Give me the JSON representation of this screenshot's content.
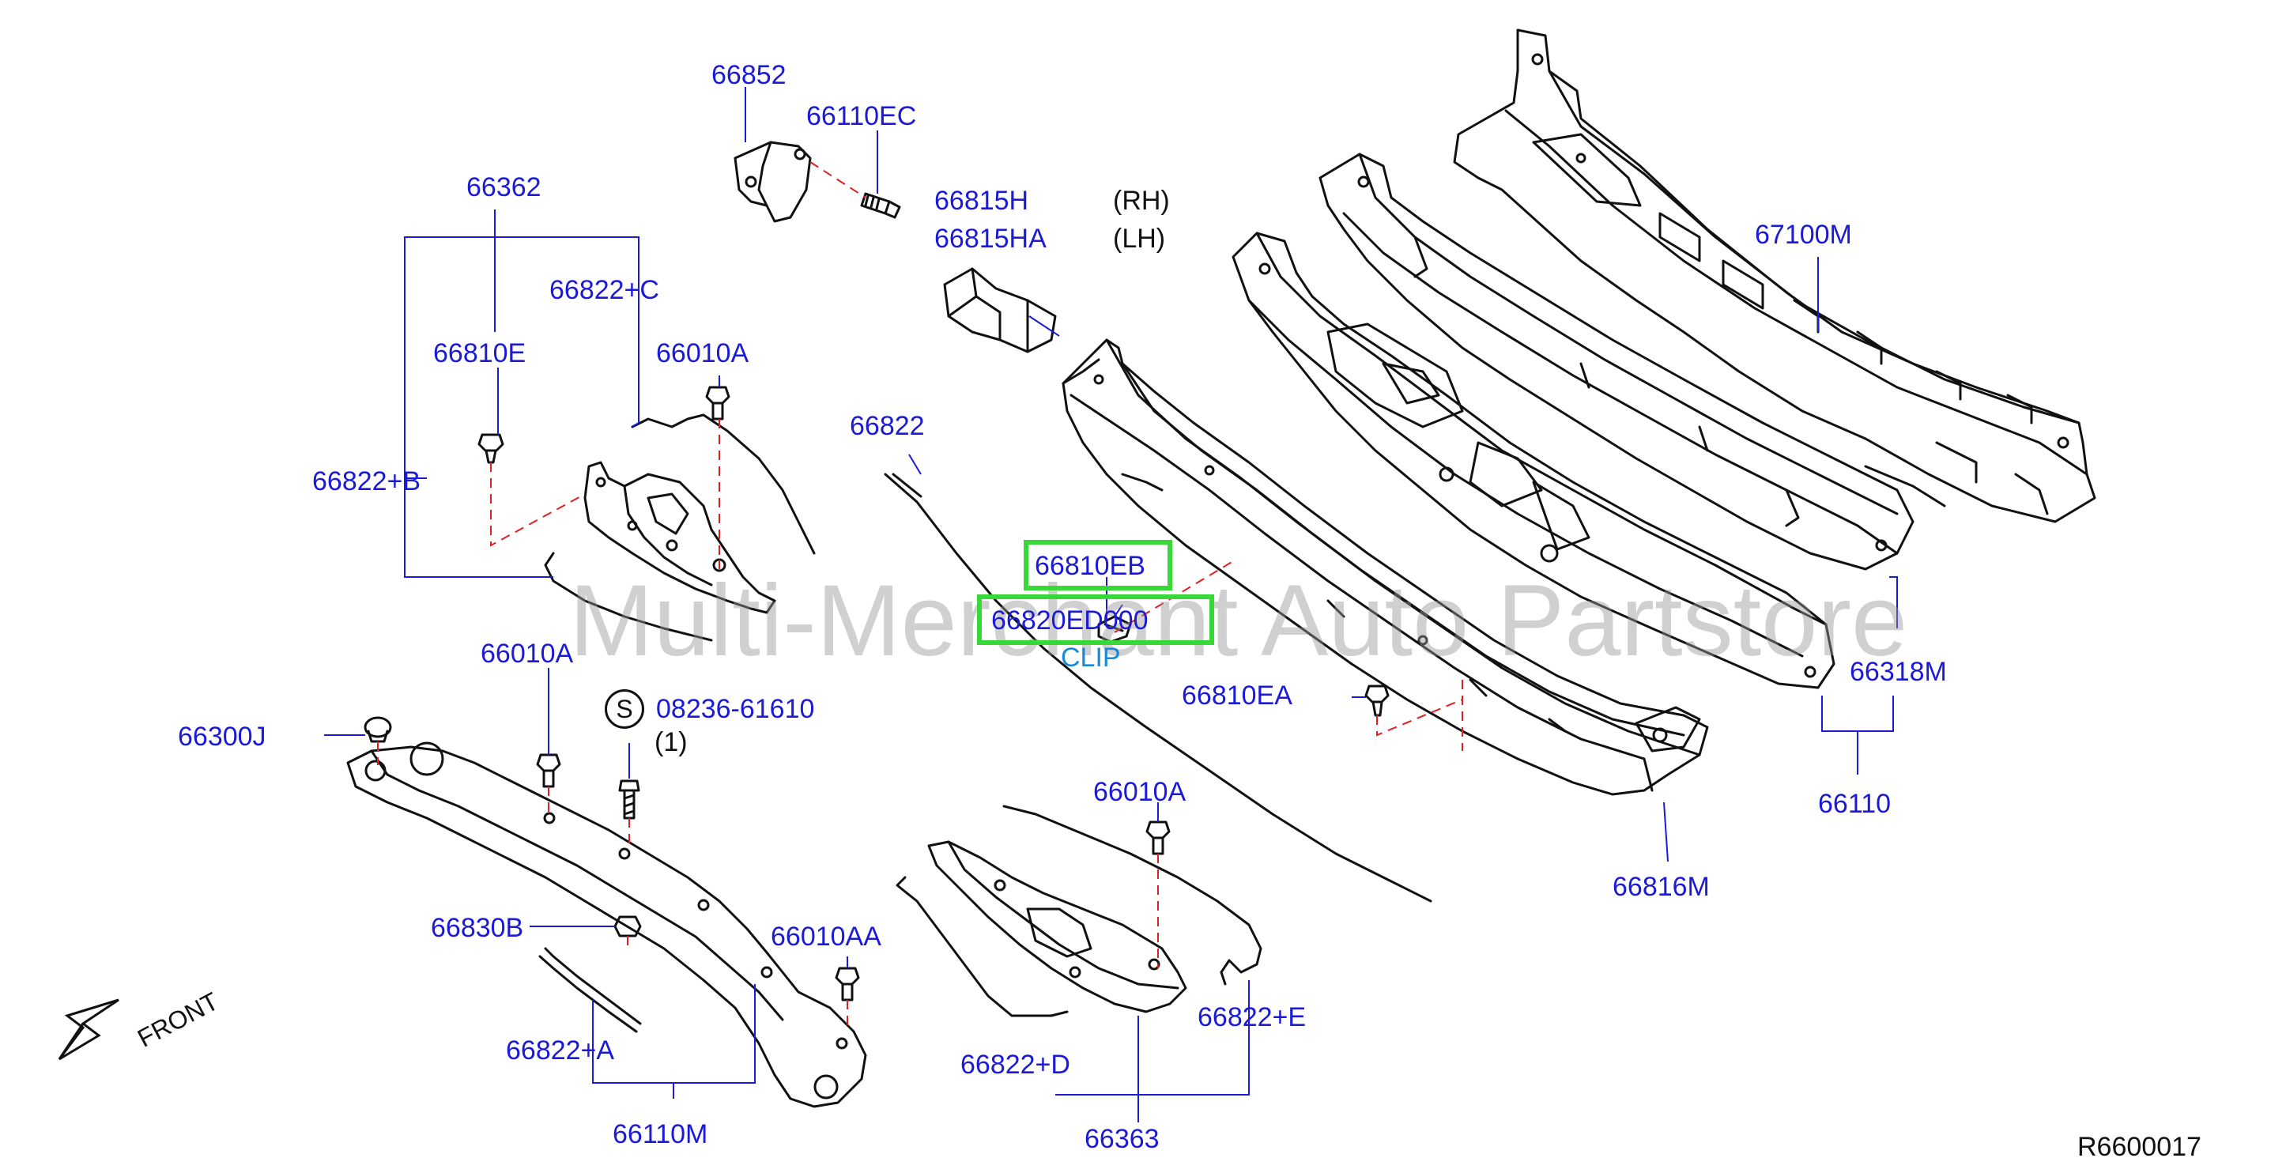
{
  "part_labels": {
    "p66852": "66852",
    "p66110EC": "66110EC",
    "p66362": "66362",
    "p66822C": "66822+C",
    "p66810E": "66810E",
    "p66010A_1": "66010A",
    "p66822B": "66822+B",
    "p66815H": "66815H",
    "p66815HA": "66815HA",
    "rh": "(RH)",
    "lh": "(LH)",
    "p67100M": "67100M",
    "p66822": "66822",
    "p66810EB": "66810EB",
    "p66820ED000": "66820ED000",
    "clip": "CLIP",
    "p66010A_2": "66010A",
    "s_symbol": "S",
    "p08236": "08236-61610",
    "qty1": "(1)",
    "p66300J": "66300J",
    "p66810EA": "66810EA",
    "p66318M": "66318M",
    "p66110": "66110",
    "p66010A_3": "66010A",
    "p66816M": "66816M",
    "p66830B": "66830B",
    "p66010AA": "66010AA",
    "p66822A": "66822+A",
    "p66822D": "66822+D",
    "p66822E": "66822+E",
    "p66110M": "66110M",
    "p66363": "66363",
    "front": "FRONT",
    "ref_code": "R6600017"
  },
  "watermark": "Multi-Merchant Auto Partstore",
  "colors": {
    "label_blue": "#1a1ad8",
    "clip_blue": "#1a8ad8",
    "highlight_green": "#38d838",
    "dash_red": "#e02020",
    "outline": "#111111"
  }
}
